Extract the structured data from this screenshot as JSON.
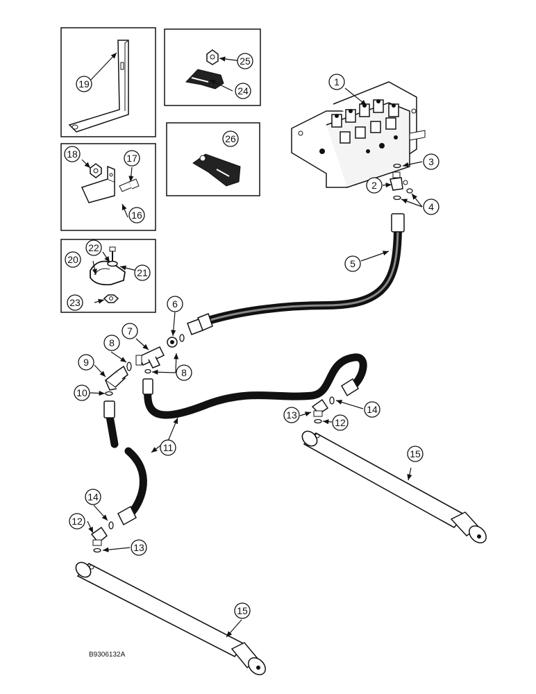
{
  "figure_code": "B9306132A",
  "callouts": [
    "1",
    "2",
    "3",
    "4",
    "5",
    "6",
    "7",
    "8",
    "9",
    "10",
    "11",
    "12",
    "13",
    "14",
    "15",
    "16",
    "17",
    "18",
    "19",
    "20",
    "21",
    "22",
    "23",
    "24",
    "25",
    "26"
  ],
  "colors": {
    "ink": "#111111",
    "paper": "#ffffff",
    "hose": "#1a1a1a"
  }
}
